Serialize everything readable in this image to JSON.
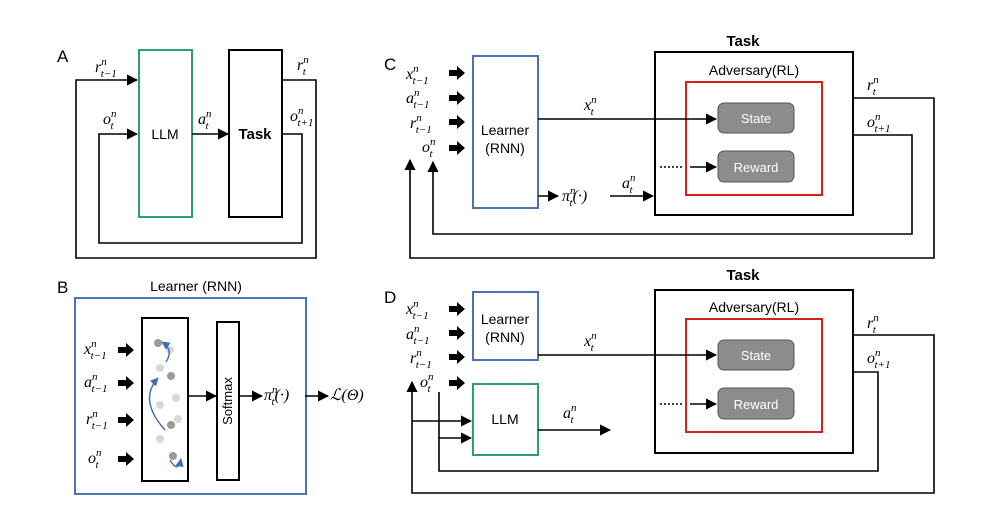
{
  "panels": {
    "a": "A",
    "b": "B",
    "c": "C",
    "d": "D"
  },
  "labels": {
    "llm": "LLM",
    "task": "Task",
    "learner_rnn": "Learner (RNN)",
    "learner": "Learner",
    "rnn": "(RNN)",
    "softmax": "Softmax",
    "adversary": "Adversary(RL)",
    "state": "State",
    "reward": "Reward"
  },
  "math": {
    "x": "x",
    "a": "a",
    "r": "r",
    "o": "o",
    "pi": "π",
    "sup_n": "n",
    "sub_t": "t",
    "sub_tm1": "t−1",
    "sub_tp1": "t+1",
    "pi_arg": "(·)",
    "loss": "ℒ(Θ)"
  },
  "colors": {
    "llm_border": "#2e9e6b",
    "learner_border": "#4a72b8",
    "adversary_border": "#d42020",
    "inner_box_fill": "#8c8c8c",
    "dot_fill": "#9a9a9a",
    "dot_light": "#d8d8d8",
    "curve_arrow": "#3e6fb5"
  }
}
